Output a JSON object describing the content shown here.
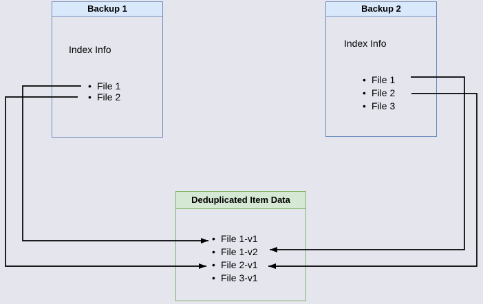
{
  "diagram": {
    "background_color": "#e5e5ee",
    "colors": {
      "backup_border": "#6c8ebf",
      "backup_header_fill": "#dae8fc",
      "dedup_border": "#82b366",
      "dedup_header_fill": "#d5e8d4",
      "connector": "#000000"
    },
    "backup1": {
      "title": "Backup 1",
      "subtitle": "Index Info",
      "files": [
        "File 1",
        "File 2"
      ]
    },
    "backup2": {
      "title": "Backup 2",
      "subtitle": "Index Info",
      "files": [
        "File 1",
        "File 2",
        "File 3"
      ]
    },
    "dedup": {
      "title": "Deduplicated Item Data",
      "items": [
        "File 1-v1",
        "File 1-v2",
        "File 2-v1",
        "File 3-v1"
      ]
    },
    "edges": [
      {
        "from": "Backup 1 / File 1",
        "to": "Deduplicated Item Data / File 1-v1"
      },
      {
        "from": "Backup 1 / File 2",
        "to": "Deduplicated Item Data / File 2-v1"
      },
      {
        "from": "Backup 2 / File 1",
        "to": "Deduplicated Item Data / File 1-v2"
      },
      {
        "from": "Backup 2 / File 2",
        "to": "Deduplicated Item Data / File 2-v1"
      }
    ]
  }
}
